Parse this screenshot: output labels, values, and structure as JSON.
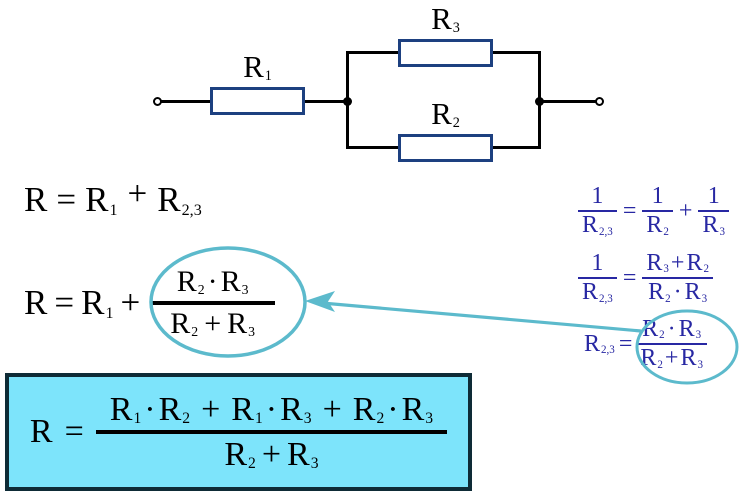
{
  "colors": {
    "background": "#ffffff",
    "wire": "#000000",
    "resistor_border": "#1d4080",
    "formula_text": "#000000",
    "blue_formula_text": "#2828a3",
    "ellipse_stroke": "#5cbacc",
    "arrow_stroke": "#5cbacc",
    "result_box_fill": "#7de4fb",
    "result_box_border": "#0e2b36"
  },
  "circuit": {
    "r1": {
      "base": "R",
      "sub": "1"
    },
    "r2": {
      "base": "R",
      "sub": "2"
    },
    "r3": {
      "base": "R",
      "sub": "3"
    }
  },
  "sym": {
    "R": "R",
    "one": "1",
    "eq": "=",
    "plus": "+",
    "dot": "·",
    "s1": "1",
    "s2": "2",
    "s3": "3",
    "s23": "2,3"
  },
  "formulas": {
    "series": "R = R₁ + R₂,₃",
    "substituted": "R = R₁ + (R₂·R₃)/(R₂+R₃)",
    "reciprocal_sum": "1/R₂,₃ = 1/R₂ + 1/R₃",
    "reciprocal_combined": "1/R₂,₃ = (R₃+R₂)/(R₂·R₃)",
    "parallel_equivalent": "R₂,₃ = (R₂·R₃)/(R₂+R₃)",
    "result": "R = (R₁·R₂ + R₁·R₃ + R₂·R₃)/(R₂+R₃)"
  }
}
